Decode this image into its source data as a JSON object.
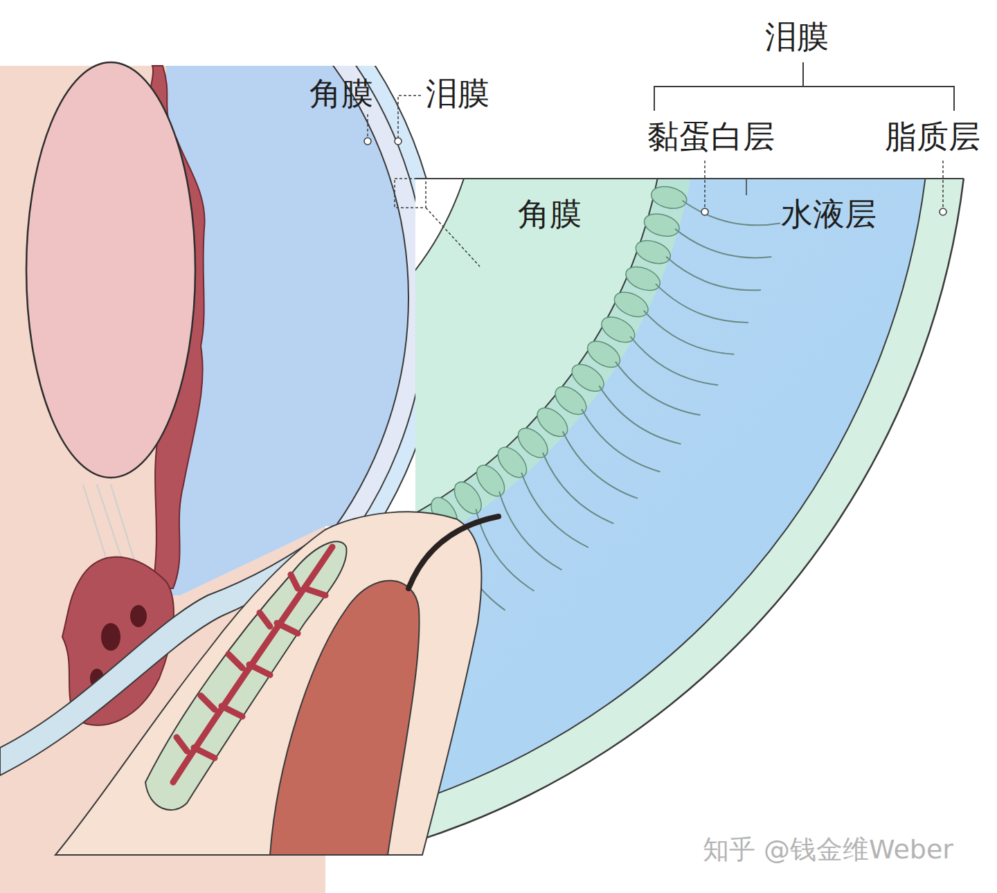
{
  "diagram": {
    "labels": [
      "泪膜",
      "角膜",
      "泪膜",
      "黏蛋白层",
      "脂质层",
      "角膜",
      "水液层",
      "知乎 @钱金维Weber"
    ]
  }
}
